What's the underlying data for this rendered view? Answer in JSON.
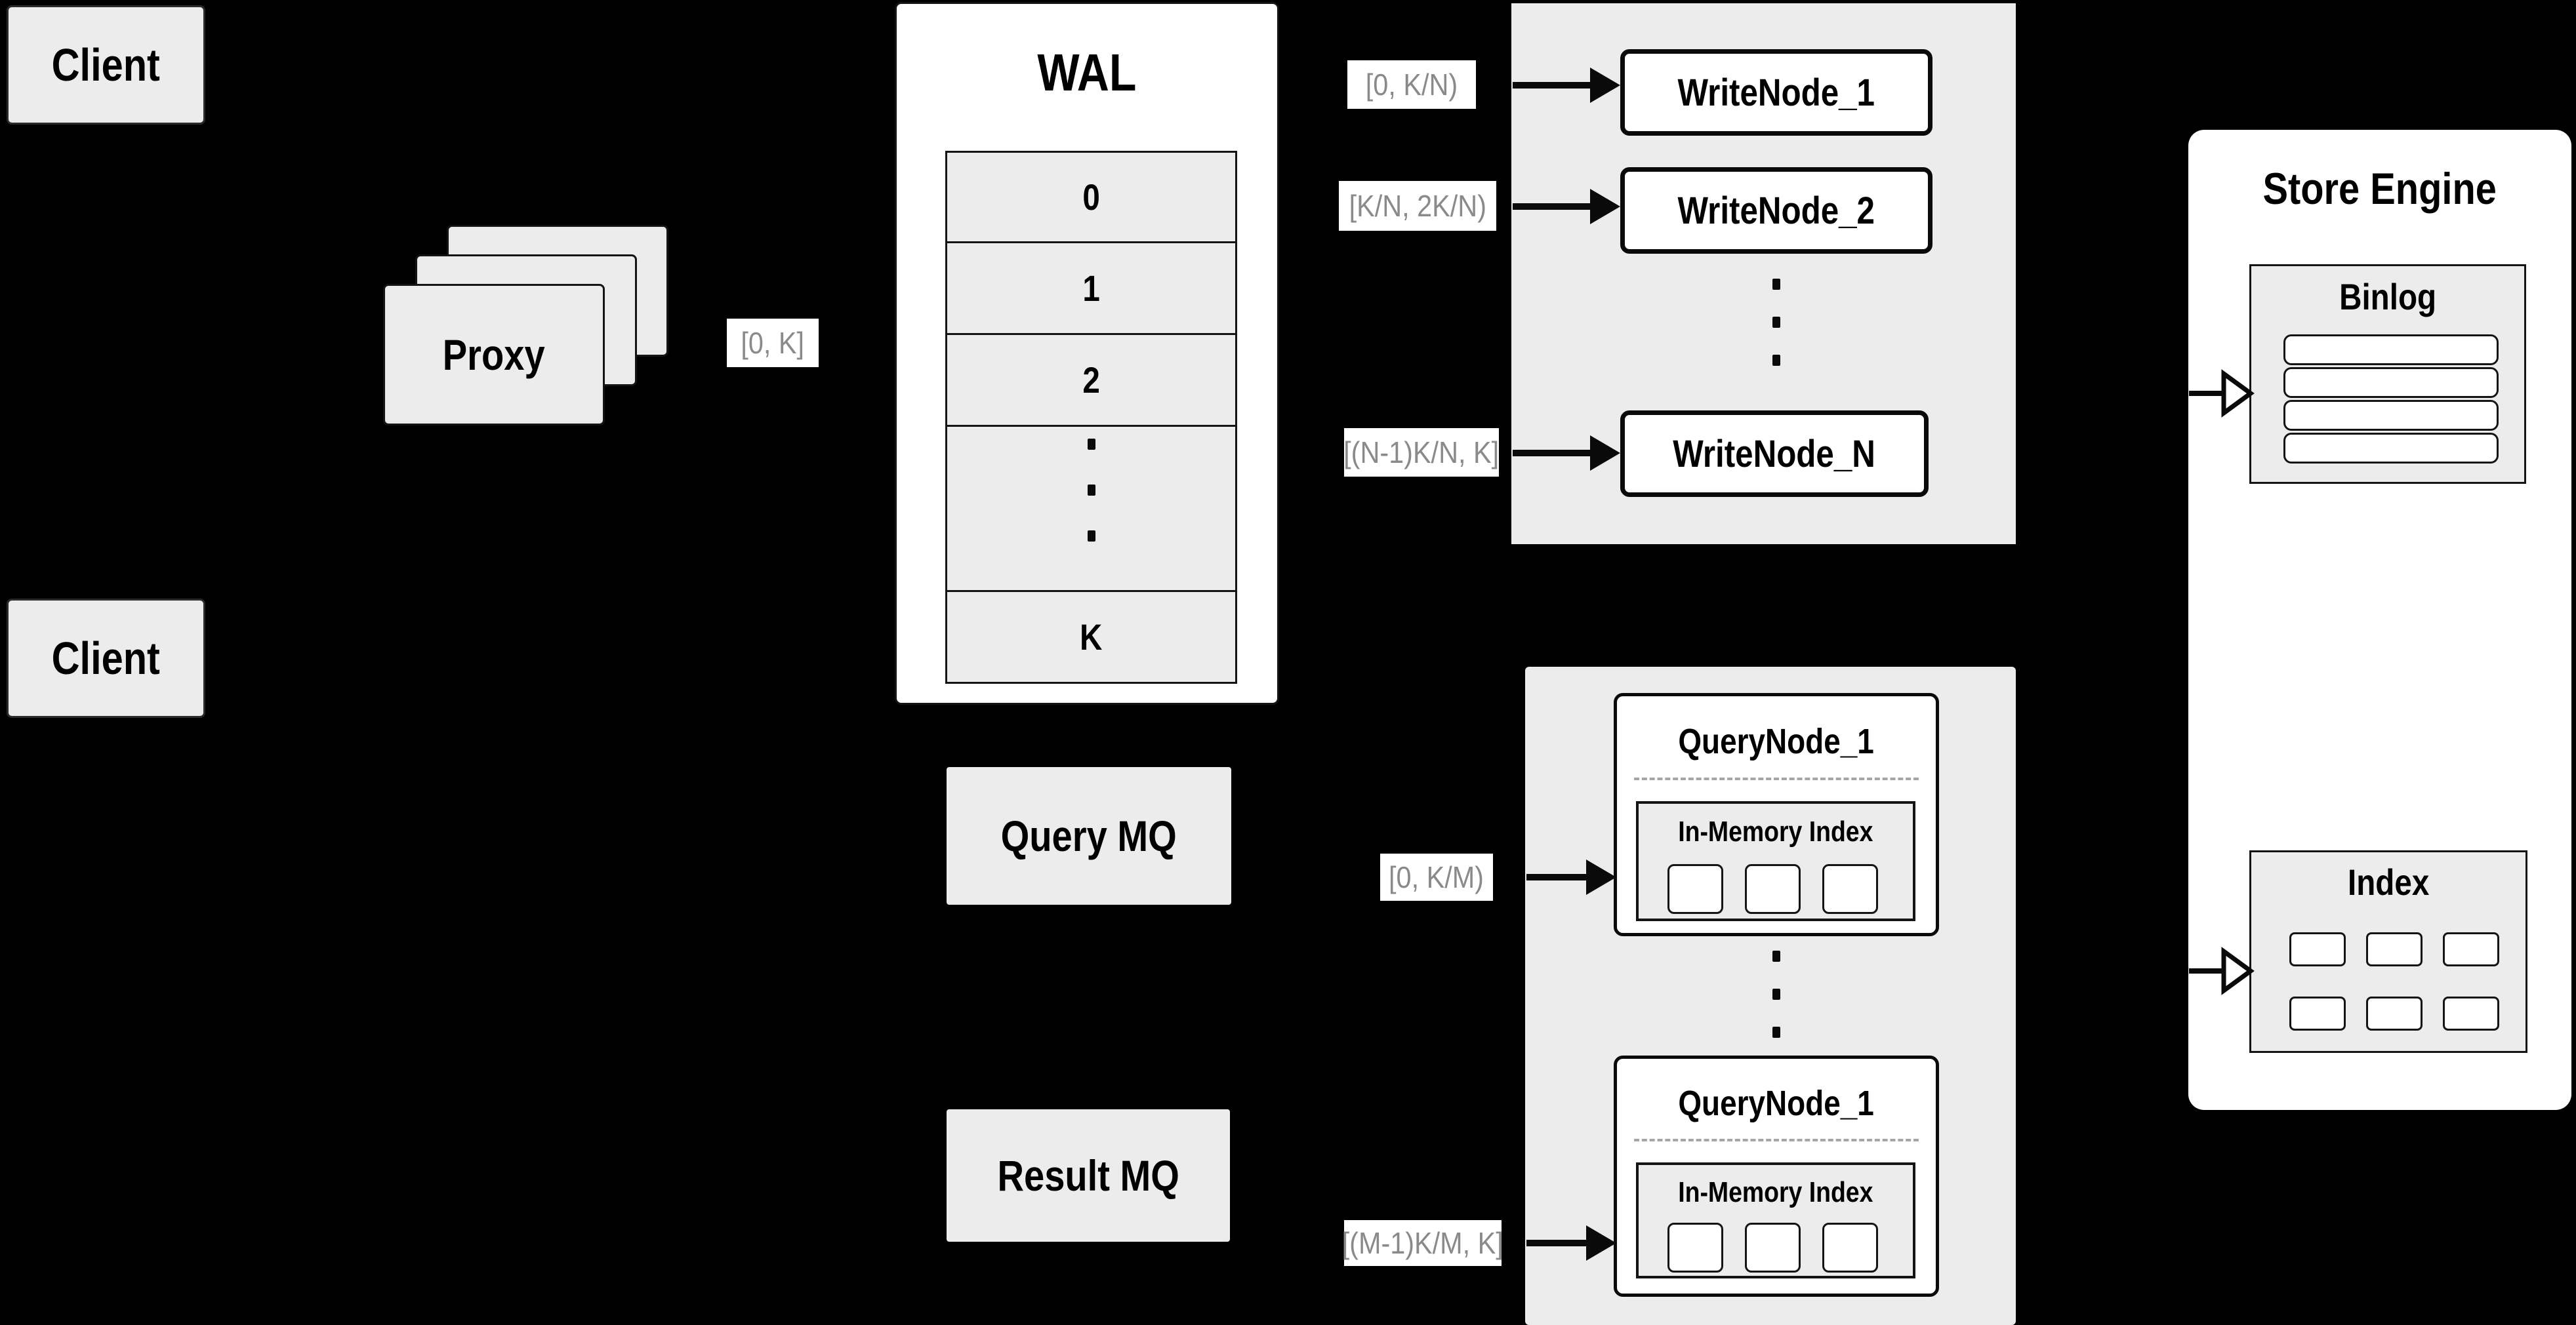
{
  "colors": {
    "background": "#000000",
    "panel_fill": "#ececec",
    "node_fill": "#ffffff",
    "border": "#141414",
    "range_label_text": "#8a8a8a",
    "dashed_divider": "#a6a6a6"
  },
  "client_top": {
    "label": "Client"
  },
  "client_bottom": {
    "label": "Client"
  },
  "proxy": {
    "label": "Proxy"
  },
  "wal": {
    "title": "WAL",
    "rows": [
      "0",
      "1",
      "2"
    ],
    "last_row": "K",
    "ellipsis": "..."
  },
  "write_group": {
    "node_1": "WriteNode_1",
    "node_2": "WriteNode_2",
    "node_n": "WriteNode_N",
    "ellipsis": "..."
  },
  "query_group": {
    "node_top": {
      "title": "QueryNode_1",
      "inner_title": "In-Memory Index"
    },
    "node_bottom": {
      "title": "QueryNode_1",
      "inner_title": "In-Memory Index"
    },
    "ellipsis": "..."
  },
  "mq": {
    "query_label": "Query MQ",
    "result_label": "Result MQ"
  },
  "store_engine": {
    "title": "Store Engine",
    "binlog_title": "Binlog",
    "index_title": "Index"
  },
  "range_labels": {
    "proxy_to_wal": "[0, K]",
    "wal_to_write_1": "[0, K/N)",
    "wal_to_write_2": "[K/N, 2K/N)",
    "wal_to_write_n": "[(N-1)K/N, K]",
    "mq_to_query_top": "[0, K/M)",
    "mq_to_query_bottom": "[(M-1)K/M, K]"
  }
}
